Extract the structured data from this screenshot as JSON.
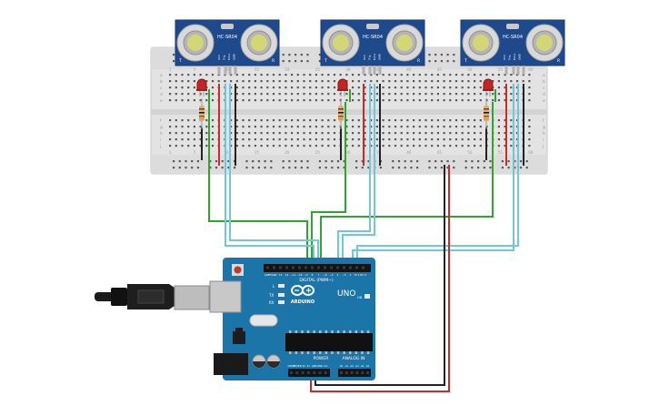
{
  "sensors": [
    {
      "model": "HC-SR04",
      "pins": [
        "VCC",
        "Trig",
        "Echo",
        "GND"
      ],
      "side_marks": [
        "T",
        "R"
      ]
    },
    {
      "model": "HC-SR04",
      "pins": [
        "VCC",
        "Trig",
        "Echo",
        "GND"
      ],
      "side_marks": [
        "T",
        "R"
      ]
    },
    {
      "model": "HC-SR04",
      "pins": [
        "VCC",
        "Trig",
        "Echo",
        "GND"
      ],
      "side_marks": [
        "T",
        "R"
      ]
    }
  ],
  "arduino": {
    "model": "UNO",
    "brand": "ARDUINO",
    "digital_header": "DIGITAL (PWM~)",
    "power_header": "POWER",
    "analog_header": "ANALOG IN",
    "leds": [
      "L",
      "TX",
      "RX"
    ],
    "on_label": "ON",
    "digital_pins": [
      "AREF",
      "GND",
      "13",
      "12",
      "~11",
      "~10",
      "~9",
      "8",
      "7",
      "~6",
      "~5",
      "4",
      "~3",
      "2",
      "TX 1",
      "RX 0"
    ],
    "power_pins": [
      "IOREF",
      "RESET",
      "3.3V",
      "5V",
      "GND",
      "GND",
      "Vin"
    ],
    "analog_pins": [
      "A0",
      "A1",
      "A2",
      "A3",
      "A4",
      "A5"
    ]
  },
  "wire_colors": {
    "green": "#2fa62f",
    "light_blue": "#6fc6dd",
    "red": "#cc2a2a",
    "black": "#222222"
  },
  "breadboard": {
    "row_letters": [
      "a",
      "b",
      "c",
      "d",
      "e",
      "f",
      "g",
      "h",
      "i",
      "j"
    ],
    "column_numbers": [
      "1",
      "5",
      "10",
      "15",
      "20",
      "25",
      "30",
      "35",
      "40",
      "45",
      "50",
      "55",
      "60"
    ]
  }
}
